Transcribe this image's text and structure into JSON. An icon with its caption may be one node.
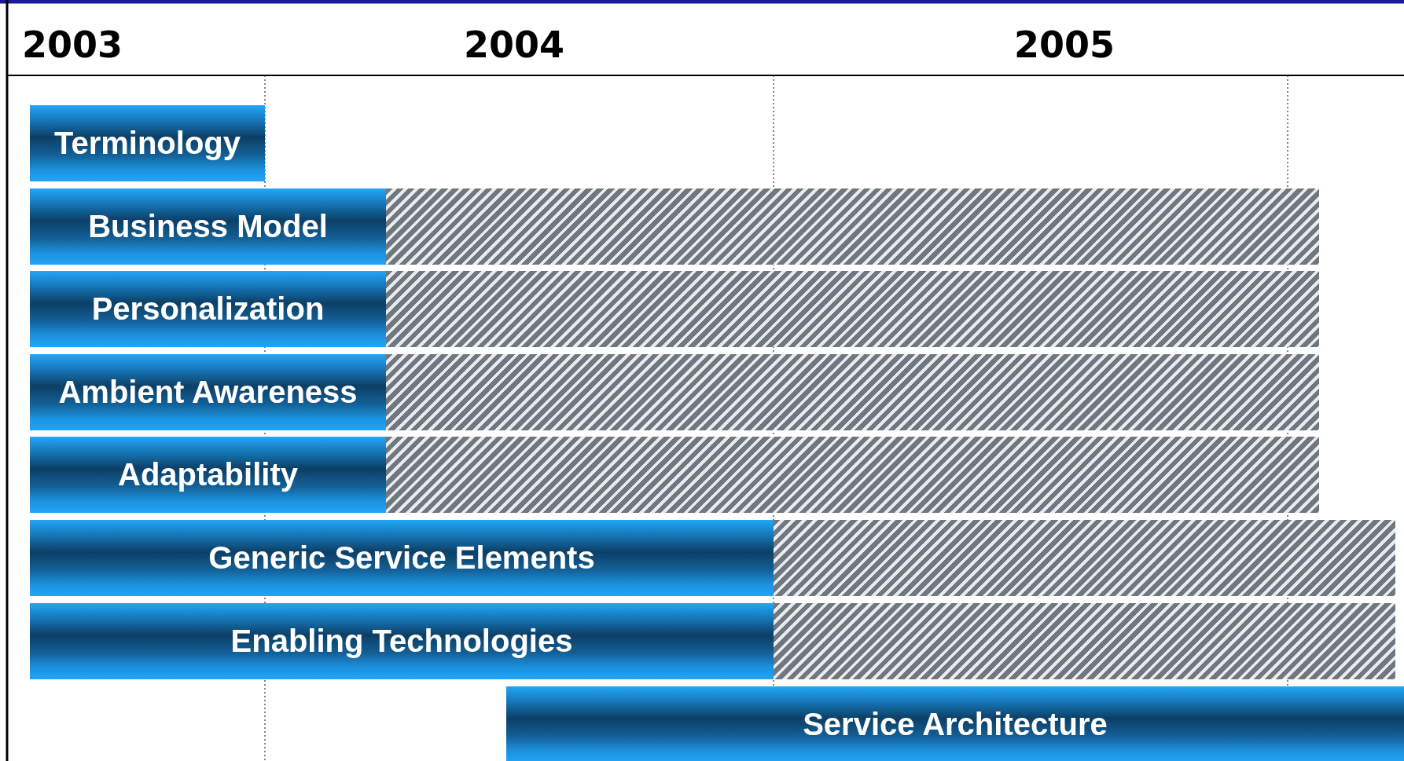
{
  "diagram": {
    "nodes": [
      {
        "text": [
          "Terminology"
        ]
      },
      {
        "text": [
          "Business Model"
        ]
      },
      {
        "text": [
          "Personalization"
        ]
      },
      {
        "text": [
          "Ambient Awareness"
        ]
      },
      {
        "text": [
          "Adaptability"
        ]
      },
      {
        "text": [
          "Generic Service Elements"
        ]
      },
      {
        "text": [
          "Enabling Technologies"
        ]
      },
      {
        "text": [
          "Service Architecture"
        ]
      },
      {
        "text": [],
        "shape": "bar"
      },
      {
        "text": [],
        "shape": "bar"
      },
      {
        "text": [],
        "shape": "bar"
      },
      {
        "text": [],
        "shape": "bar"
      },
      {
        "text": [],
        "shape": "bar"
      },
      {
        "text": [],
        "shape": "bar"
      }
    ],
    "labels": [
      "2003",
      "2004",
      "2005"
    ]
  }
}
